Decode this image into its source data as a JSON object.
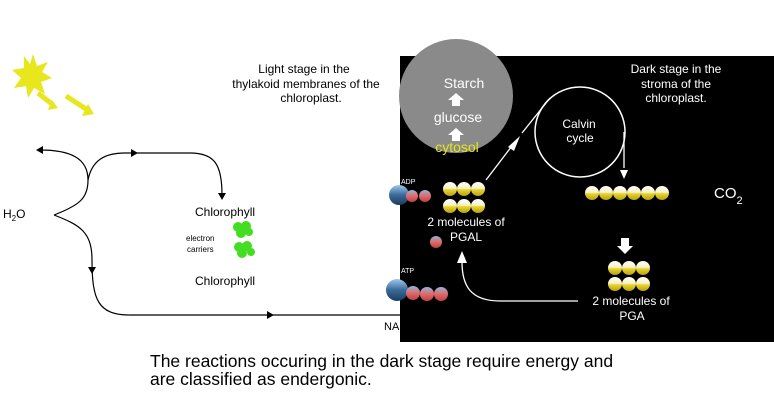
{
  "light_stage": {
    "line1": "Light stage in the",
    "line2": "thylakoid membranes of the",
    "line3": "chloroplast."
  },
  "dark_stage": {
    "line1": "Dark stage in the",
    "line2": "stroma of the",
    "line3": "chloroplast."
  },
  "labels": {
    "water": "H",
    "water_sub": "2",
    "water_end": "O",
    "chlorophyll_top": "Chlorophyll",
    "electron_line1": "electron",
    "electron_line2": "carriers",
    "chlorophyll_bottom": "Chlorophyll",
    "adp": "ADP",
    "atp": "ATP",
    "nadph": "NADPH",
    "starch": "Starch",
    "glucose": "glucose",
    "cytosol": "cytosol",
    "calvin_line1": "Calvin",
    "calvin_line2": "cycle",
    "co2": "CO",
    "co2_sub": "2",
    "pgal_line1": "2 molecules of",
    "pgal_line2": "PGAL",
    "pga_line1": "2 molecules of",
    "pga_line2": "PGA"
  },
  "caption": {
    "line1": "The reactions occuring in the  dark stage require energy and",
    "line2": "are classified as endergonic."
  },
  "colors": {
    "dark_panel": "#000000",
    "sun": "#e8e61c",
    "carrier": "#44dd22",
    "cytosol_text": "#e6e619",
    "grey_circle": "#8a8a8a",
    "molecule_yellow": "#e8d630",
    "molecule_blue": "#3a6a9a",
    "molecule_red": "#e06a6a"
  }
}
